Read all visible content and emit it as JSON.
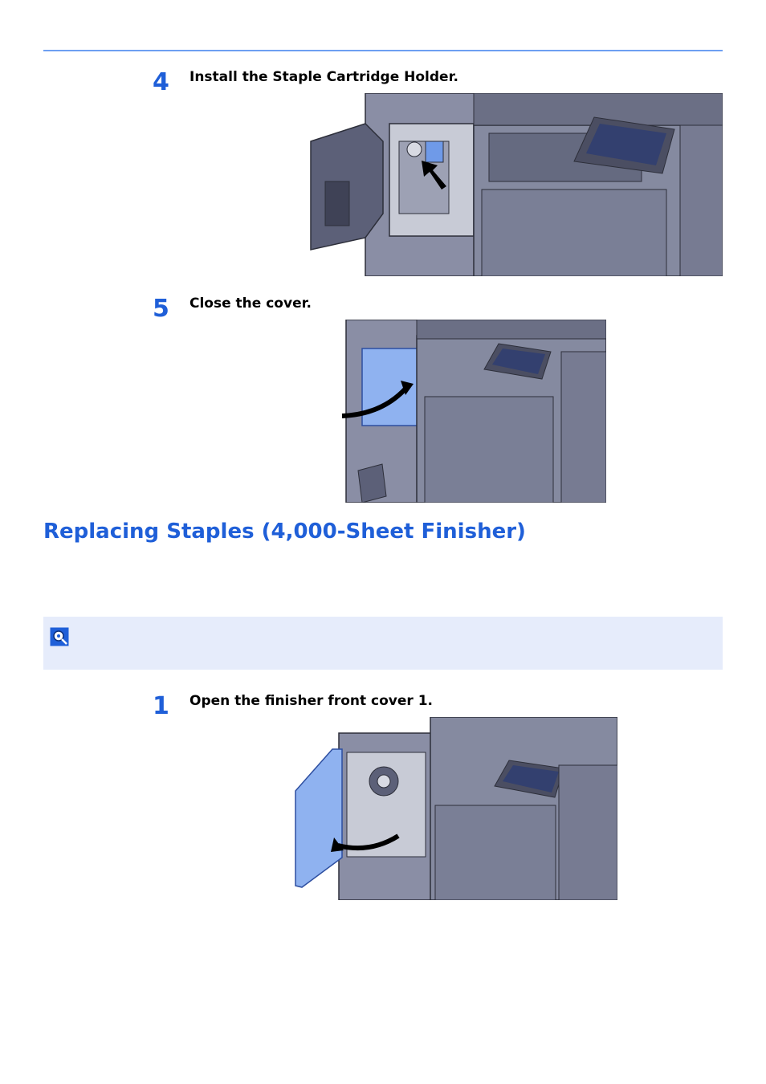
{
  "steps": [
    {
      "number": "4",
      "text": "Install the Staple Cartridge Holder."
    },
    {
      "number": "5",
      "text": "Close the cover."
    },
    {
      "number": "1",
      "text": "Open the finisher front cover 1."
    }
  ],
  "section": {
    "title": "Replacing Staples (4,000-Sheet Finisher)"
  },
  "note": {
    "icon": "note-icon"
  },
  "colors": {
    "accent": "#1f5fd8",
    "rule": "#6d9ff2",
    "note_bg": "#e6ecfb",
    "machine": "#7b7f96",
    "highlight": "#8fb2f0"
  }
}
